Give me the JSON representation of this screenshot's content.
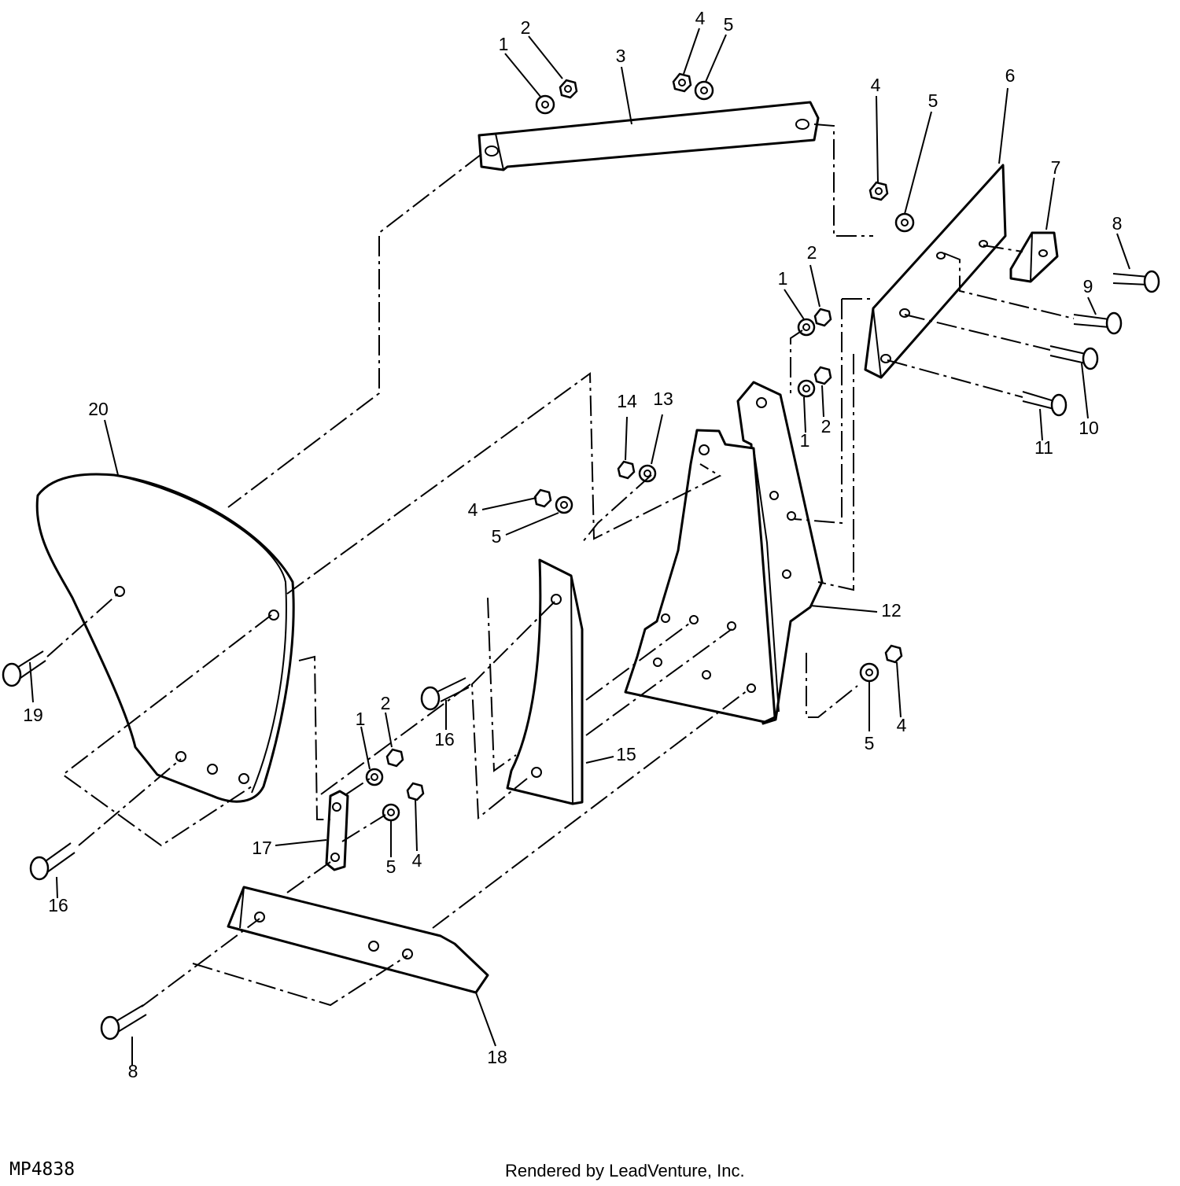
{
  "diagram": {
    "figure_id": "MP4838",
    "credit": "Rendered by LeadVenture, Inc.",
    "callouts": [
      "1",
      "2",
      "3",
      "4",
      "5",
      "4",
      "5",
      "6",
      "4",
      "5",
      "7",
      "8",
      "9",
      "1",
      "2",
      "1",
      "2",
      "10",
      "11",
      "14",
      "13",
      "4",
      "5",
      "20",
      "12",
      "19",
      "16",
      "2",
      "1",
      "5",
      "4",
      "16",
      "15",
      "17",
      "5",
      "4",
      "16",
      "18",
      "8"
    ]
  }
}
